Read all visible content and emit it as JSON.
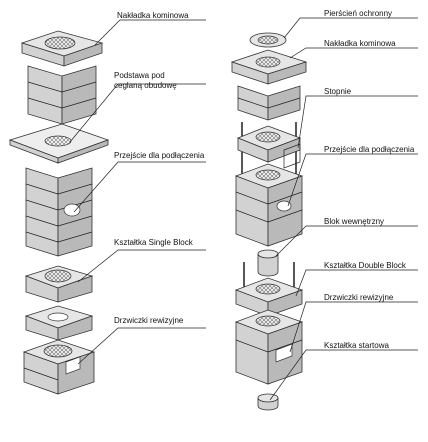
{
  "left_column": {
    "labels": [
      "Nakładka kominowa",
      "Podstawa pod\nceglaną obudowę",
      "Przejście dla podłączenia",
      "Kształtka Single Block",
      "Drzwiczki rewizyjne"
    ]
  },
  "right_column": {
    "labels": [
      "Pierścień ochronny",
      "Nakładka kominowa",
      "Stopnie",
      "Przejście dla podłączenia",
      "Blok wewnętrzny",
      "Kształtka Double Block",
      "Drzwiczki rewizyjne",
      "Kształtka startowa"
    ]
  },
  "colors": {
    "block": "#d2d2d2",
    "line": "#222222",
    "background": "#ffffff"
  }
}
